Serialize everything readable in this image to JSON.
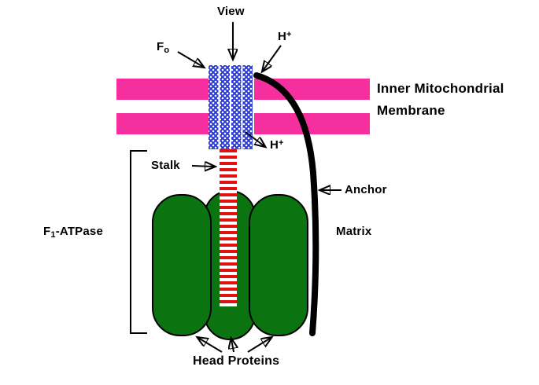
{
  "labels": {
    "view": "View",
    "fo": {
      "base": "F",
      "sub": "o"
    },
    "h_plus_top": {
      "base": "H",
      "sup": "+"
    },
    "h_plus_bottom": {
      "base": "H",
      "sup": "+"
    },
    "membrane_line1": "Inner Mitochondrial",
    "membrane_line2": "Membrane",
    "stalk": "Stalk",
    "anchor": "Anchor",
    "matrix": "Matrix",
    "f1_atpase": {
      "base": "F",
      "sub": "1",
      "rest": "-ATPase"
    },
    "head_proteins": "Head Proteins"
  },
  "colors": {
    "membrane_pink": "#F5309E",
    "protein_green": "#0B7410",
    "fo_blue": "#2B3BD6",
    "stalk_red": "#DD1111",
    "line_black": "#000000",
    "background": "#FFFFFF"
  }
}
